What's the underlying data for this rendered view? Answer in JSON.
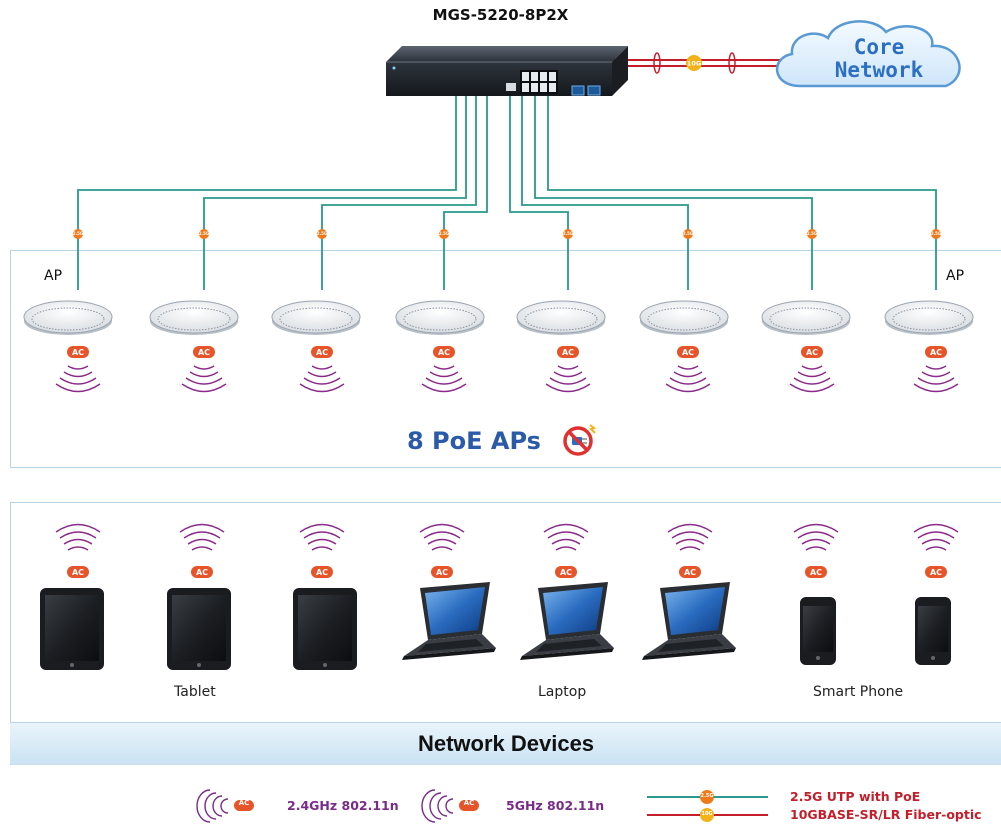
{
  "switch_model": "MGS-5220-8P2X",
  "core_network": {
    "line1": "Core",
    "line2": "Network"
  },
  "uplink_badge": "10G",
  "ap_link_badge": "2.5G",
  "ap_band_badge": "AC",
  "ap_label_left": "AP",
  "ap_label_right": "AP",
  "poe_title": "8 PoE APs",
  "devices": {
    "tablet_label": "Tablet",
    "laptop_label": "Laptop",
    "phone_label": "Smart Phone"
  },
  "network_devices_title": "Network Devices",
  "legend": {
    "band_24": "2.4GHz 802.11n",
    "band_5": "5GHz 802.11n",
    "utp_label": "2.5G UTP with PoE",
    "fiber_label": "10GBASE-SR/LR Fiber-optic",
    "utp_badge": "2.5G",
    "fiber_badge": "10G"
  },
  "colors": {
    "utp_cable": "#2a9a8c",
    "fiber_cable": "#c41e2a",
    "wave": "#8a2a8a",
    "badge": "#f07a1a",
    "legend_purple": "#7a2a8a",
    "legend_red": "#c41e2a",
    "title_blue": "#2a5aa8"
  }
}
